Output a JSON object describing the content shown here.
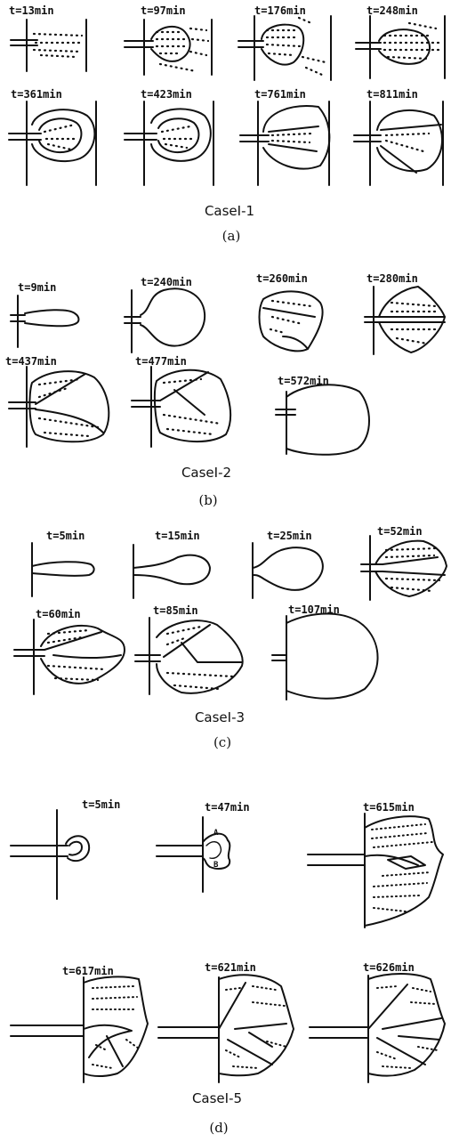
{
  "panels": [
    {
      "case": "CaseI-1",
      "sub": "(a)",
      "frames": [
        "t=13min",
        "t=97min",
        "t=176min",
        "t=248min",
        "t=361min",
        "t=423min",
        "t=761min",
        "t=811min"
      ]
    },
    {
      "case": "CaseI-2",
      "sub": "(b)",
      "frames": [
        "t=9min",
        "t=240min",
        "t=260min",
        "t=280min",
        "t=437min",
        "t=477min",
        "t=572min"
      ]
    },
    {
      "case": "CaseI-3",
      "sub": "(c)",
      "frames": [
        "t=5min",
        "t=15min",
        "t=25min",
        "t=52min",
        "t=60min",
        "t=85min",
        "t=107min"
      ]
    },
    {
      "case": "CaseI-5",
      "sub": "(d)",
      "frames": [
        "t=5min",
        "t=47min",
        "t=615min",
        "t=617min",
        "t=621min",
        "t=626min"
      ],
      "markers": [
        "A",
        "B"
      ]
    }
  ]
}
